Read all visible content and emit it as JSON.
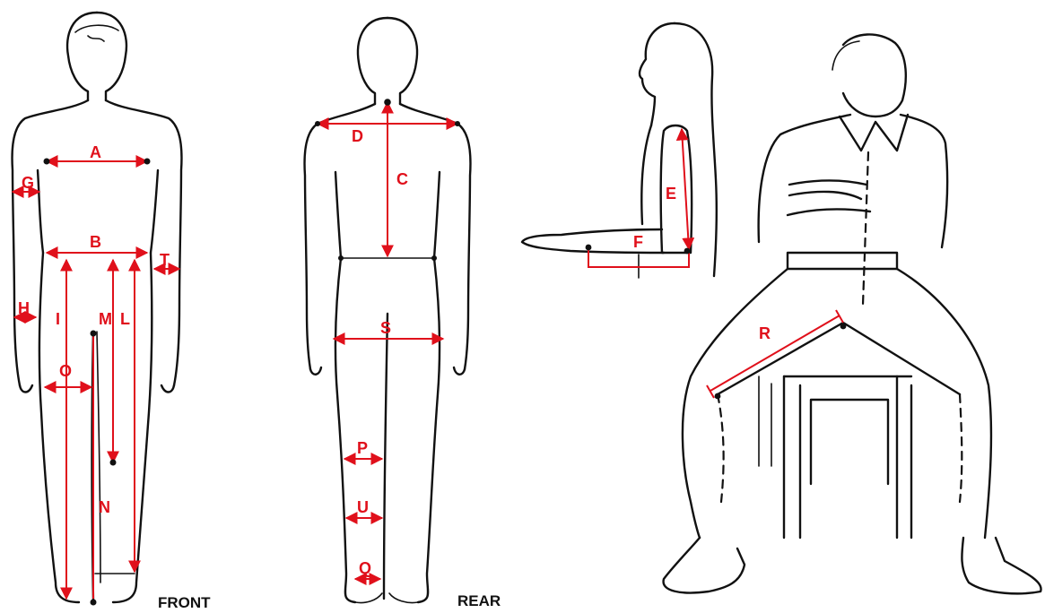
{
  "view_labels": {
    "front": "FRONT",
    "rear": "REAR"
  },
  "measurements": {
    "A": "A",
    "B": "B",
    "C": "C",
    "D": "D",
    "E": "E",
    "F": "F",
    "G": "G",
    "H": "H",
    "I": "I",
    "L": "L",
    "M": "M",
    "N": "N",
    "O": "O",
    "P": "P",
    "Q": "Q",
    "R": "R",
    "S": "S",
    "T": "T",
    "U": "U"
  },
  "colors": {
    "measurement": "#e0101b",
    "outline": "#111111",
    "background": "#ffffff"
  }
}
